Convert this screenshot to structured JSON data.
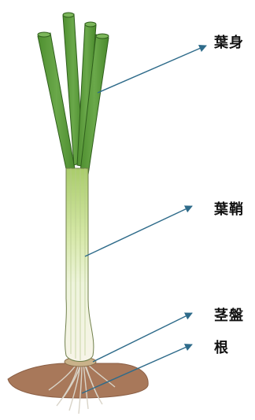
{
  "labels": {
    "leaf_blade": "葉身",
    "leaf_sheath": "葉鞘",
    "stem_disk": "茎盤",
    "root": "根"
  },
  "colors": {
    "leaf_green": "#5b9a3a",
    "leaf_dark": "#3f7a28",
    "sheath_light": "#e9f1cf",
    "bulb_white": "#f6f3e6",
    "soil": "#a8785a",
    "root": "#d9d4c8",
    "arrow": "#2e6b8a"
  }
}
